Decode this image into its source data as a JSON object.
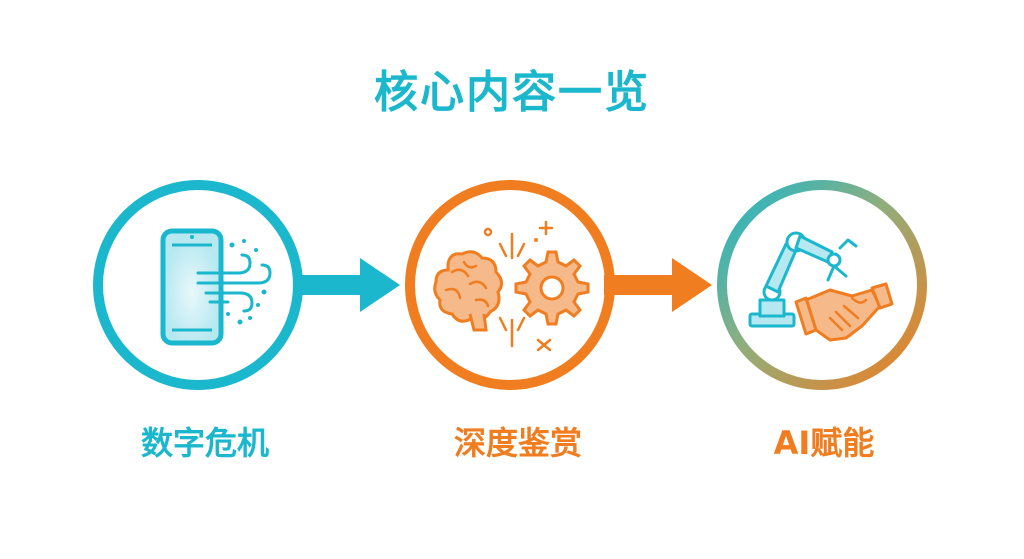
{
  "title": "核心内容一览",
  "steps": [
    {
      "label": "数字危机",
      "icon": "phone-wind-icon",
      "color": "#1bb7cd"
    },
    {
      "label": "深度鉴赏",
      "icon": "brain-gear-icon",
      "color": "#f07d1f"
    },
    {
      "label": "AI赋能",
      "icon": "robot-arm-handshake-icon",
      "color": "#f07d1f"
    }
  ],
  "colors": {
    "teal": "#1bb7cd",
    "orange": "#f07d1f",
    "light_orange": "#f6b98a"
  }
}
